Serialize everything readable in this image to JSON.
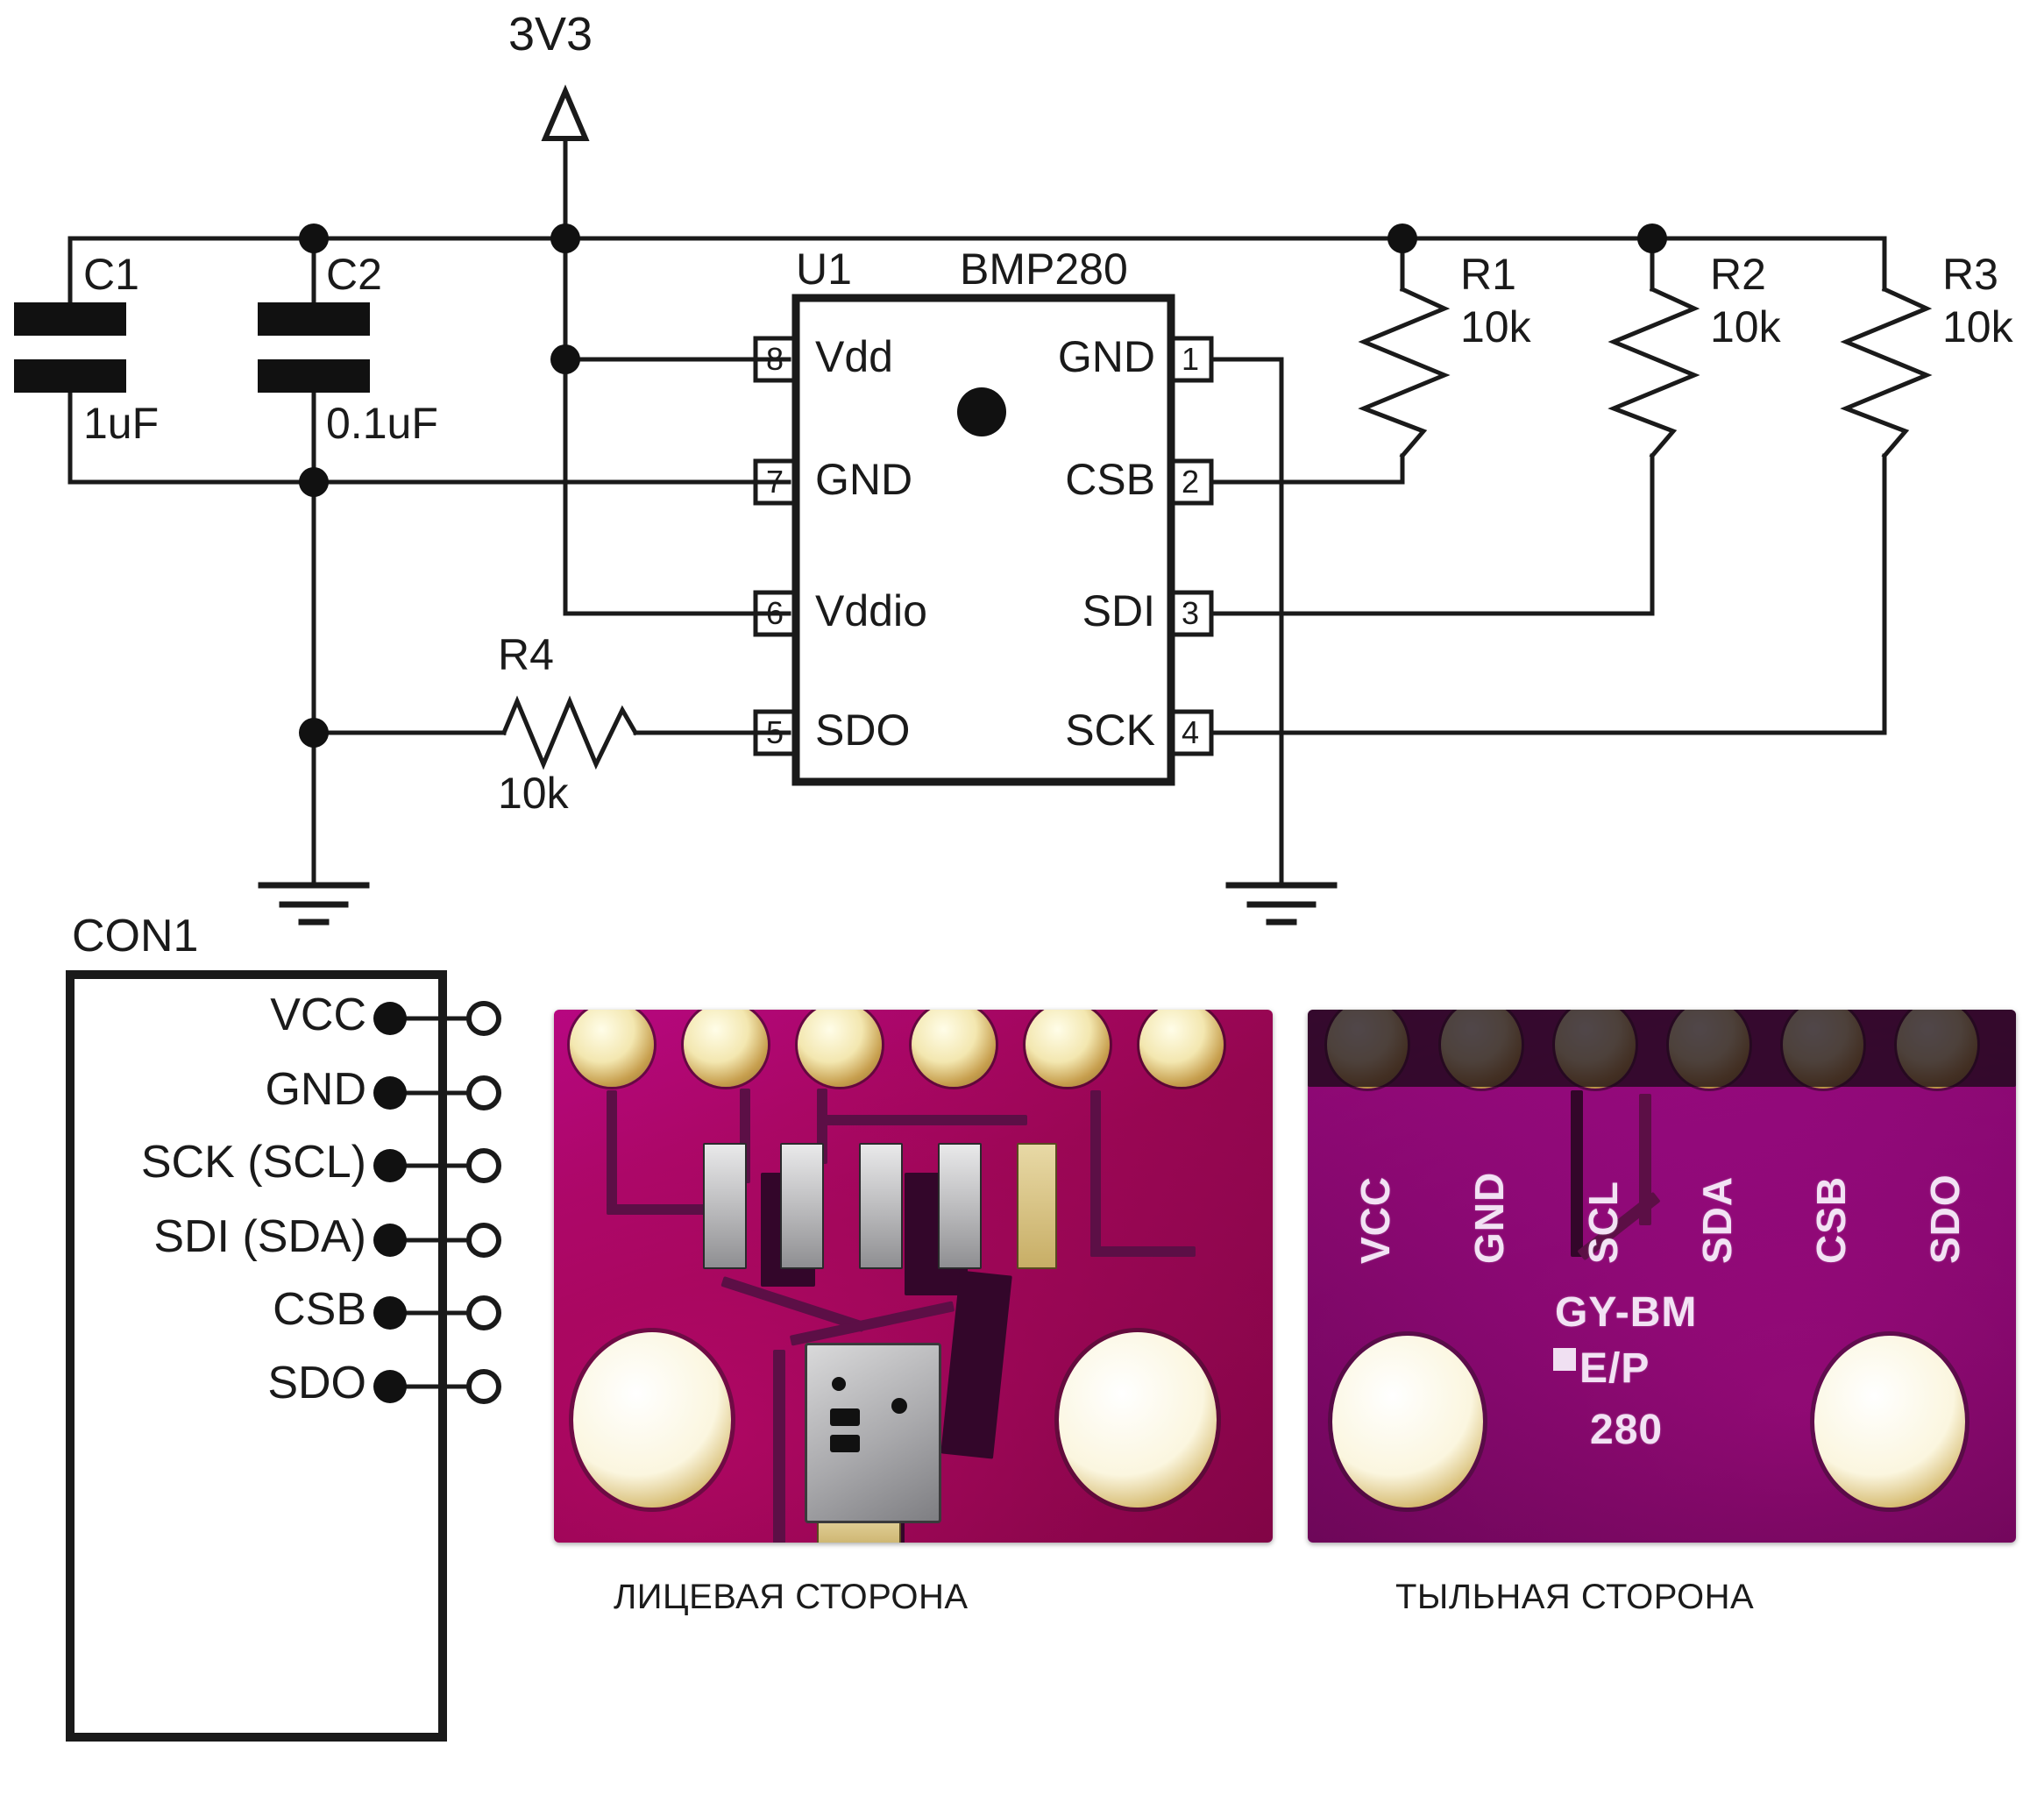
{
  "schematic": {
    "power_net": "3V3",
    "capacitors": [
      {
        "ref": "C1",
        "value": "1uF"
      },
      {
        "ref": "C2",
        "value": "0.1uF"
      }
    ],
    "ic": {
      "ref": "U1",
      "part": "BMP280",
      "pins_left": [
        {
          "num": "8",
          "name": "Vdd"
        },
        {
          "num": "7",
          "name": "GND"
        },
        {
          "num": "6",
          "name": "Vddio"
        },
        {
          "num": "5",
          "name": "SDO"
        }
      ],
      "pins_right": [
        {
          "num": "1",
          "name": "GND"
        },
        {
          "num": "2",
          "name": "CSB"
        },
        {
          "num": "3",
          "name": "SDI"
        },
        {
          "num": "4",
          "name": "SCK"
        }
      ]
    },
    "resistors": [
      {
        "ref": "R1",
        "value": "10k"
      },
      {
        "ref": "R2",
        "value": "10k"
      },
      {
        "ref": "R3",
        "value": "10k"
      },
      {
        "ref": "R4",
        "value": "10k"
      }
    ],
    "connector": {
      "ref": "CON1",
      "pins": [
        "VCC",
        "GND",
        "SCK (SCL)",
        "SDI (SDA)",
        "CSB",
        "SDO"
      ]
    }
  },
  "photos": {
    "front": {
      "caption": "ЛИЦЕВАЯ СТОРОНА"
    },
    "back": {
      "caption": "ТЫЛЬНАЯ СТОРОНА",
      "pad_labels": [
        "VCC",
        "GND",
        "SCL",
        "SDA",
        "CSB",
        "SDO"
      ],
      "silkscreen": [
        "GY-BM",
        "E/P",
        "280"
      ]
    }
  },
  "colors": {
    "wire": "#1a1a1a",
    "pcb_purple": "#8d1a67",
    "pad_gold": "#d8b55e"
  }
}
